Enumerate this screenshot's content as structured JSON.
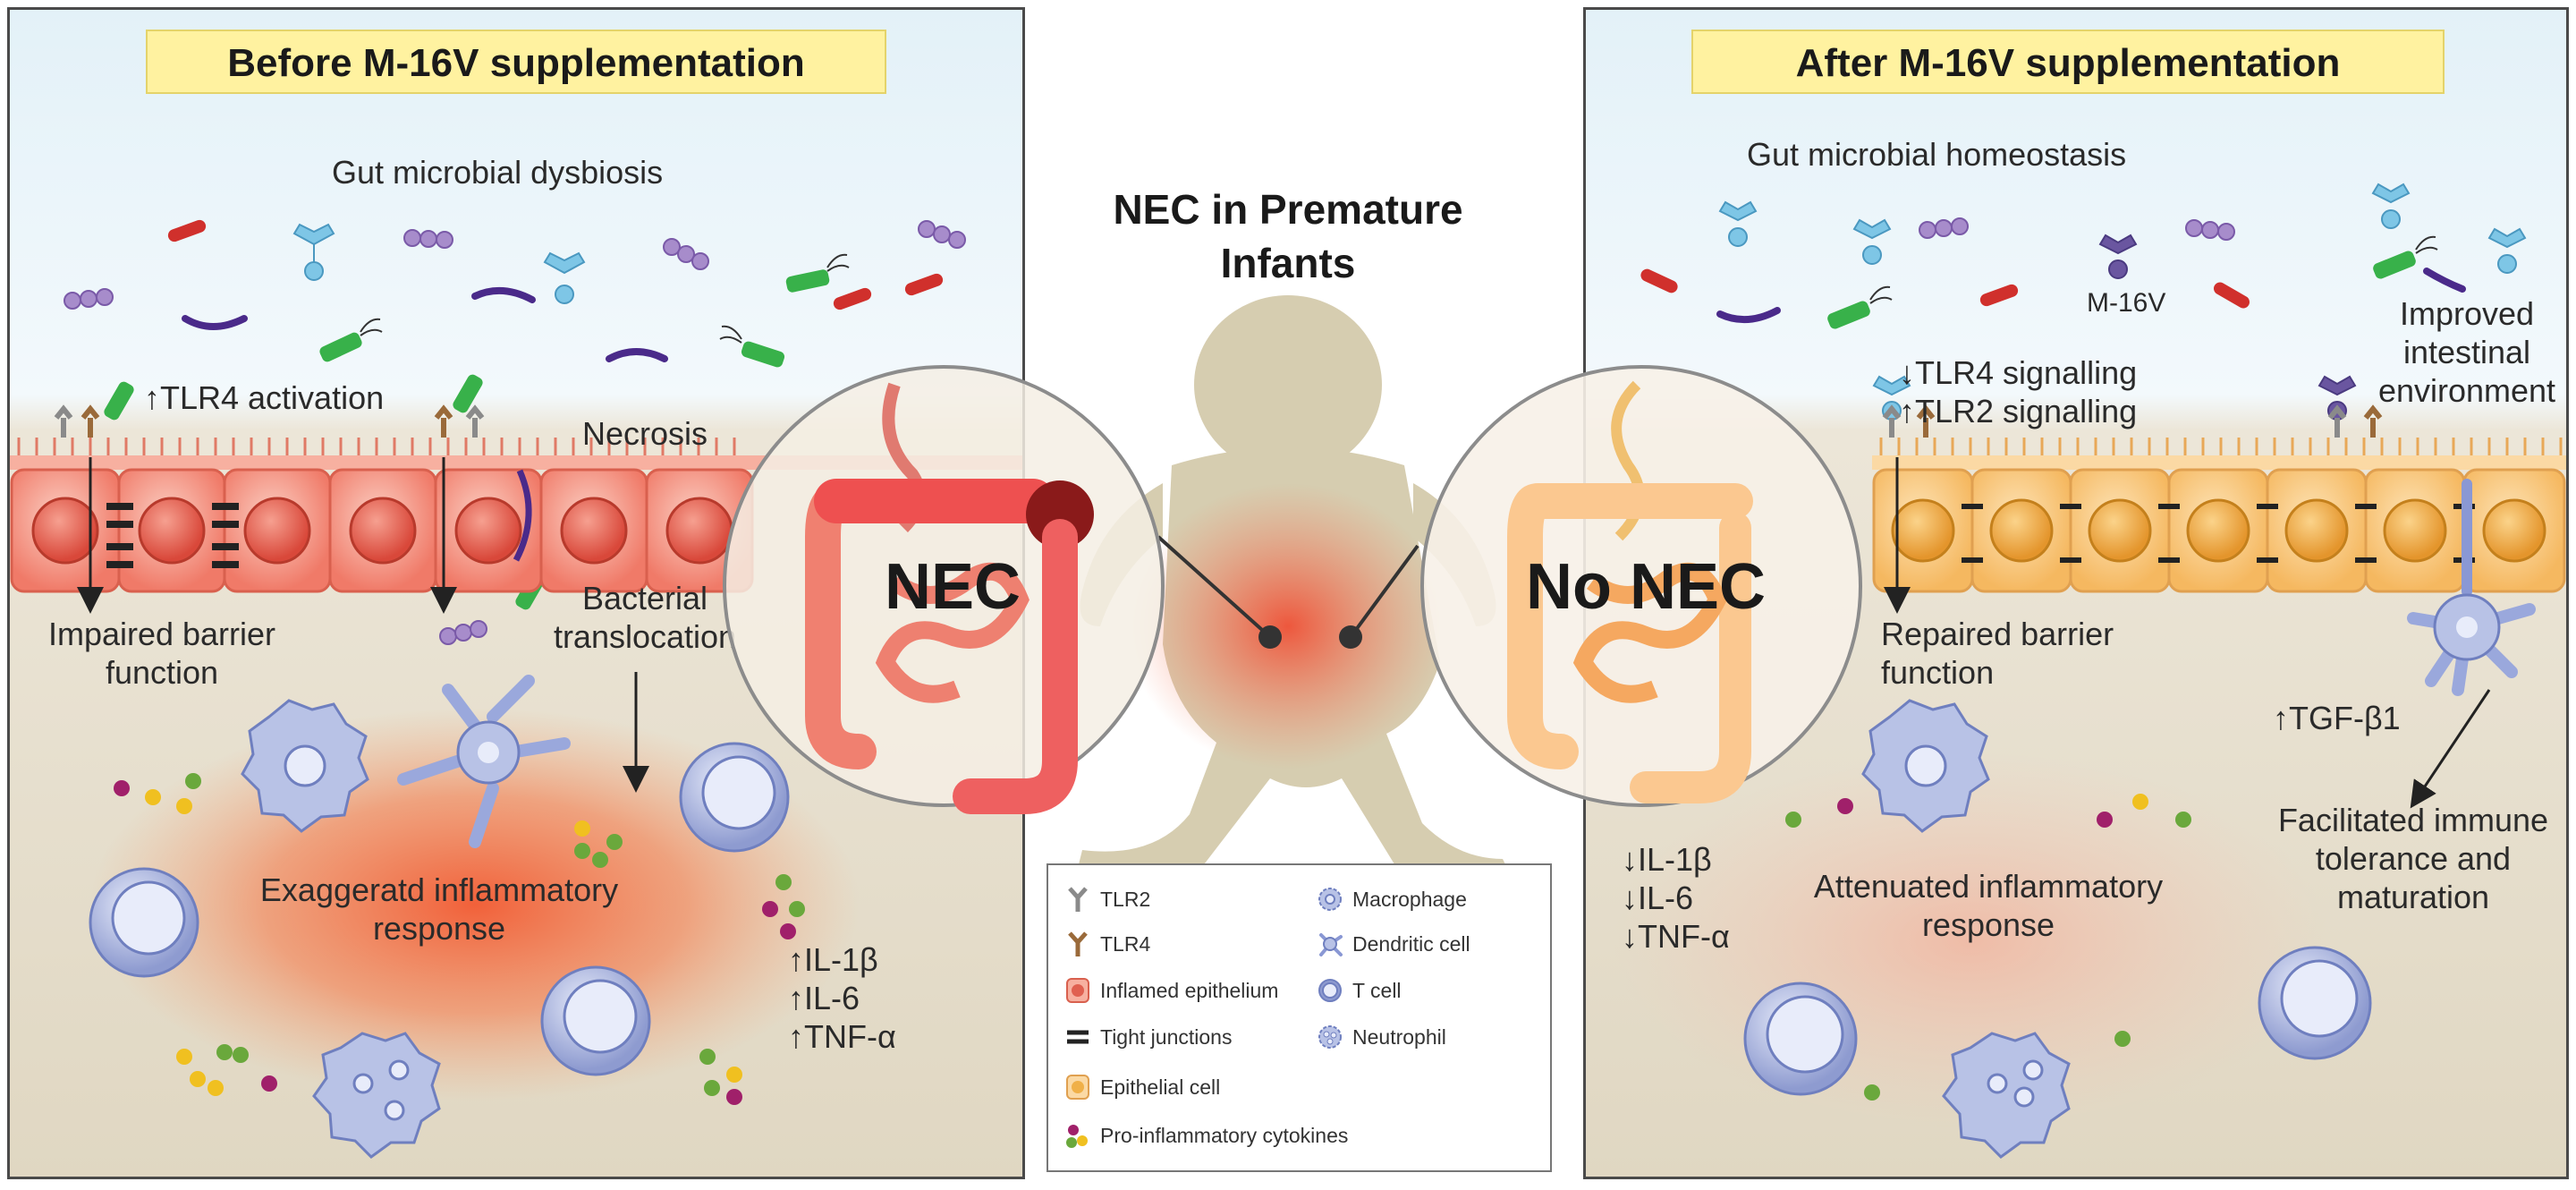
{
  "title_center": [
    "NEC in Premature",
    "Infants"
  ],
  "left": {
    "banner": "Before M-16V supplementation",
    "dysbiosis": "Gut microbial dysbiosis",
    "tlr4": "↑TLR4 activation",
    "necrosis": "Necrosis",
    "impaired": [
      "Impaired barrier",
      "function"
    ],
    "translocation": [
      "Bacterial",
      "translocation"
    ],
    "inflammatory": [
      "Exaggeratd inflammatory",
      "response"
    ],
    "cytokines": [
      "↑IL-1β",
      "↑IL-6",
      "↑TNF-α"
    ],
    "circle_label": "NEC"
  },
  "right": {
    "banner": "After M-16V supplementation",
    "homeostasis": "Gut microbial homeostasis",
    "m16v": "M-16V",
    "signalling": [
      "↓TLR4 signalling",
      "↑TLR2 signalling"
    ],
    "improved": [
      "Improved",
      "intestinal",
      "environment"
    ],
    "repaired": [
      "Repaired barrier",
      "function"
    ],
    "tgf": "↑TGF-β1",
    "tolerance": [
      "Facilitated immune",
      "tolerance and",
      "maturation"
    ],
    "cytokines": [
      "↓IL-1β",
      "↓IL-6",
      "↓TNF-α"
    ],
    "attenuated": [
      "Attenuated inflammatory",
      "response"
    ],
    "circle_label": "No NEC"
  },
  "legend": {
    "col1": [
      "TLR2",
      "TLR4",
      "Inflamed epithelium",
      "Tight junctions",
      "Epithelial cell",
      "Pro-inflammatory cytokines"
    ],
    "col2": [
      "Macrophage",
      "Dendritic cell",
      "T cell",
      "Neutrophil"
    ]
  },
  "colors": {
    "banner": "#fff2a0",
    "inflamed_cell": "#f08070",
    "epithelial_cell": "#f5c070",
    "immune_cell": "#aeb9e0",
    "inflammation": "#f25a32",
    "tlr2": "#8a8a8a",
    "tlr4": "#9a6a3a"
  }
}
